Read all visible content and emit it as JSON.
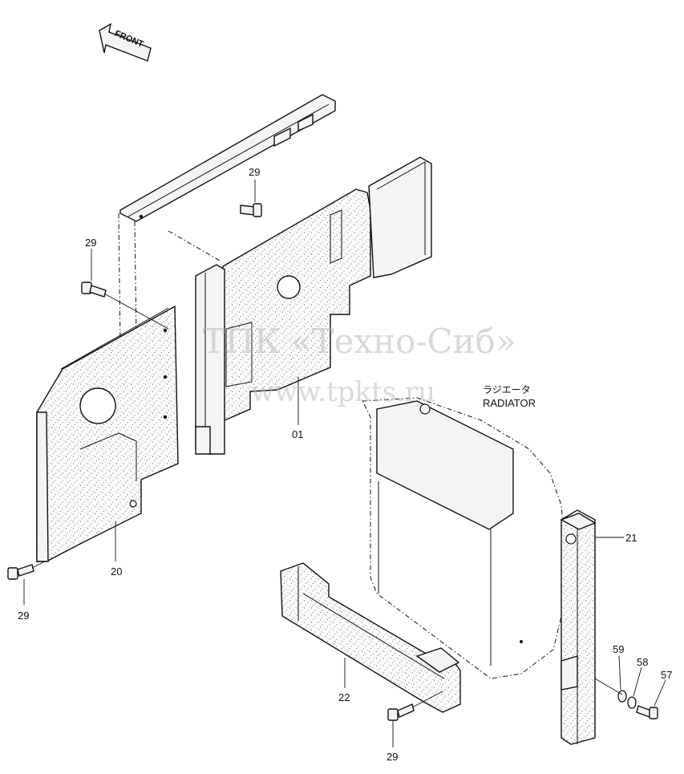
{
  "front_arrow": {
    "label": "FRONT"
  },
  "callouts": [
    {
      "id": "c-29-top",
      "label": "29"
    },
    {
      "id": "c-29-left",
      "label": "29"
    },
    {
      "id": "c-01",
      "label": "01"
    },
    {
      "id": "c-20",
      "label": "20"
    },
    {
      "id": "c-29-lower-left",
      "label": "29"
    },
    {
      "id": "c-21",
      "label": "21"
    },
    {
      "id": "c-22",
      "label": "22"
    },
    {
      "id": "c-29-bottom",
      "label": "29"
    },
    {
      "id": "c-59",
      "label": "59"
    },
    {
      "id": "c-58",
      "label": "58"
    },
    {
      "id": "c-57",
      "label": "57"
    }
  ],
  "radiator_label": {
    "japanese": "ラジエータ",
    "english": "RADIATOR"
  },
  "watermark": {
    "line1": "ТПК «Техно-Сиб»",
    "line2": "www.tpkts.ru"
  }
}
